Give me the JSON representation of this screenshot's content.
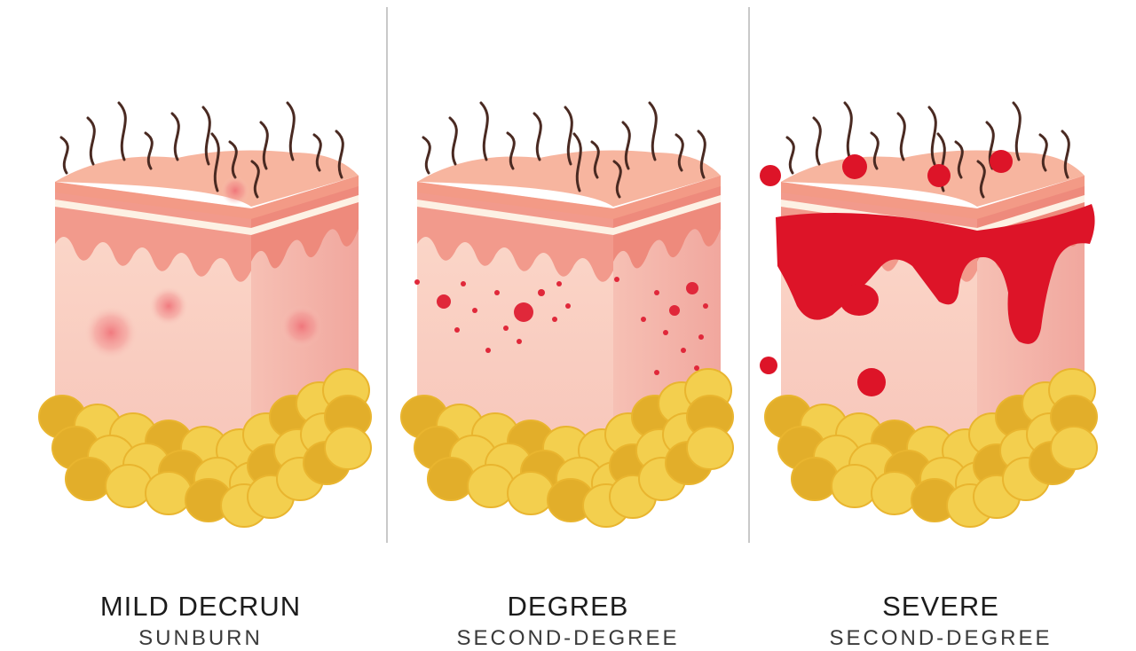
{
  "panels": [
    {
      "title": "MILD DECRUN",
      "subtitle": "SUNBURN"
    },
    {
      "title": "DEGREB",
      "subtitle": "SECOND-DEGREE"
    },
    {
      "title": "SEVERE",
      "subtitle": "SECOND-DEGREE"
    }
  ],
  "colors": {
    "fat": "#f3cf4e",
    "fat_dark": "#e2ae2a",
    "dermis": "#f9d3c6",
    "dermis_side": "#f4b7ad",
    "epidermis": "#f0907f",
    "blood": "#dd1428",
    "hair": "#4a2a22"
  }
}
